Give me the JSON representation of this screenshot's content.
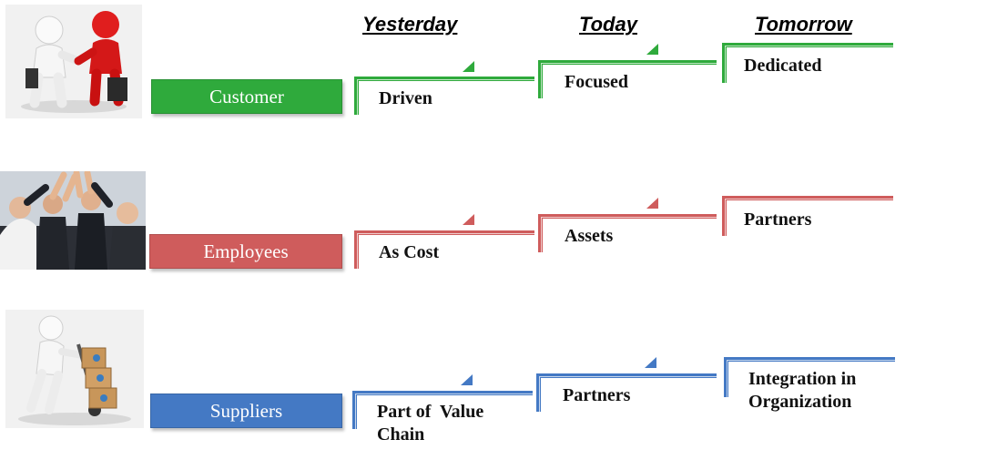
{
  "columns": {
    "yesterday": "Yesterday",
    "today": "Today",
    "tomorrow": "Tomorrow"
  },
  "colors": {
    "customer": "#2faa3c",
    "employees": "#cf5c5c",
    "suppliers": "#4479c4"
  },
  "icons": {
    "customer": "handshake-figures-icon",
    "employees": "high-five-team-icon",
    "suppliers": "hand-truck-boxes-icon"
  },
  "rows": {
    "customer": {
      "label": "Customer",
      "yesterday": "Driven",
      "today": "Focused",
      "tomorrow": "Dedicated"
    },
    "employees": {
      "label": "Employees",
      "yesterday": "As Cost",
      "today": "Assets",
      "tomorrow": "Partners"
    },
    "suppliers": {
      "label": "Suppliers",
      "yesterday_line1": "Part of  Value",
      "yesterday_line2": "Chain",
      "today": "Partners",
      "tomorrow_line1": "Integration in",
      "tomorrow_line2": "Organization"
    }
  }
}
